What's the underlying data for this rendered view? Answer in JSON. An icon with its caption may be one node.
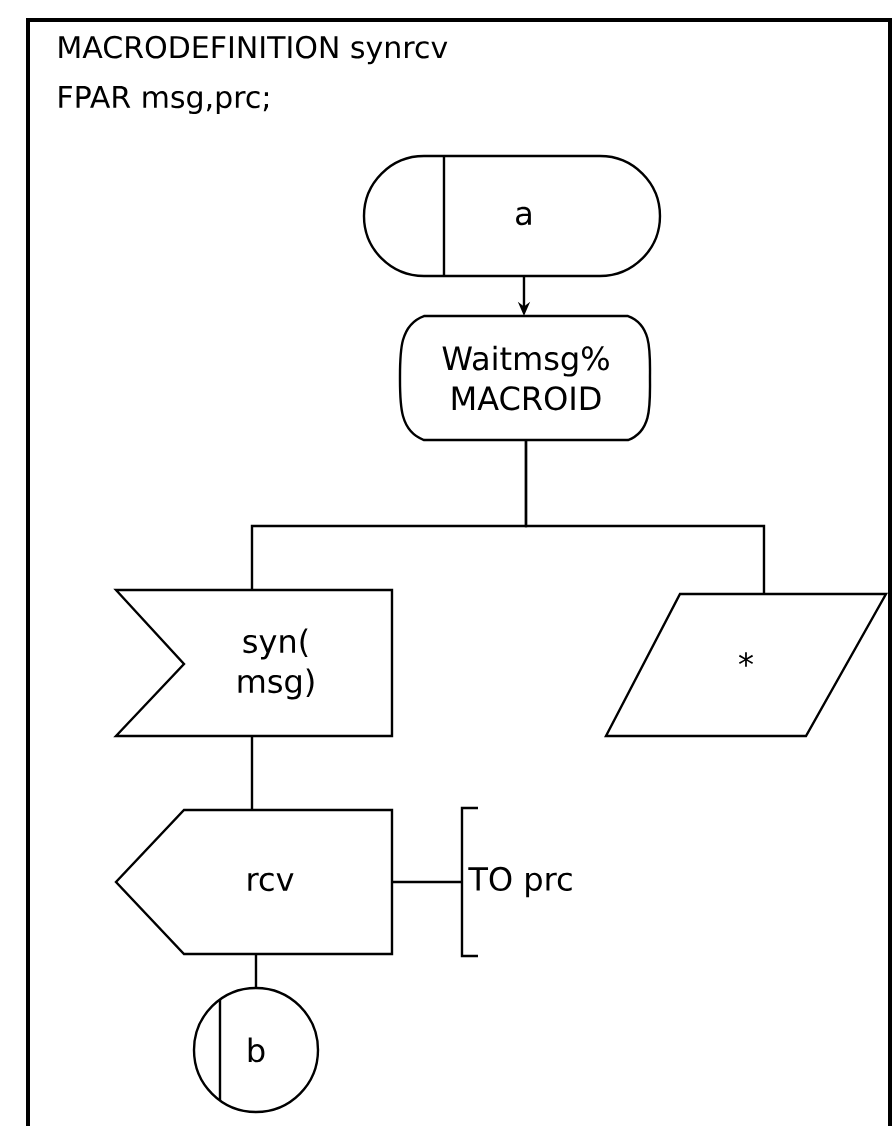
{
  "diagram": {
    "nodes": [
      {
        "text": [
          "a"
        ]
      },
      {
        "text": [
          "Waitmsg% MACROID"
        ]
      },
      {
        "text": [
          "syn( msg)"
        ]
      },
      {
        "text": [
          "*"
        ]
      },
      {
        "text": [
          "rcv"
        ]
      },
      {
        "text": [
          "TO prc"
        ]
      },
      {
        "text": [
          "b"
        ]
      }
    ],
    "edges": [
      {
        "from": 0,
        "to": 1,
        "arrow": "to"
      },
      {
        "from": 1,
        "to": 2,
        "arrow": "none"
      },
      {
        "from": 1,
        "to": 3,
        "arrow": "none"
      },
      {
        "from": 2,
        "to": 4,
        "arrow": "none"
      },
      {
        "from": 4,
        "to": 5,
        "arrow": "none"
      },
      {
        "from": 4,
        "to": 6,
        "arrow": "none"
      }
    ],
    "labels": [
      "MACRODEFINITION synrcv",
      "FPAR msg,prc;"
    ]
  }
}
